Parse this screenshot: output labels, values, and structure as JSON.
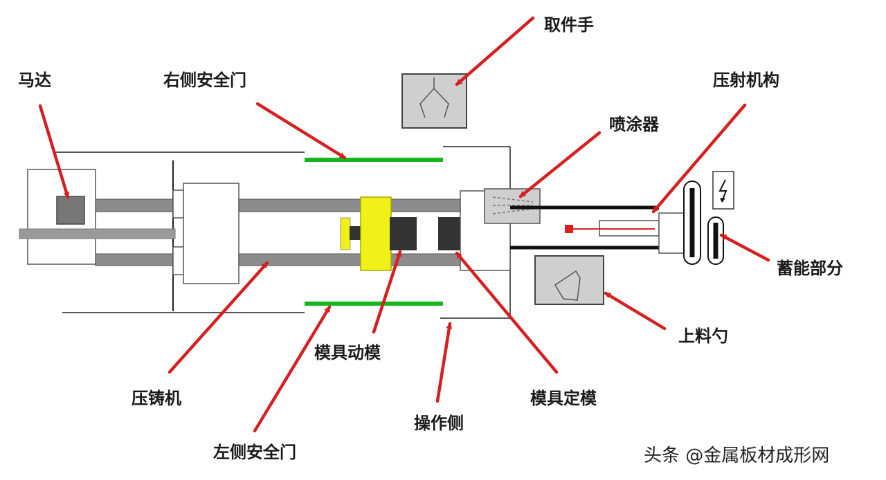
{
  "colors": {
    "arrow": "#d42020",
    "door_green": "#12b81b",
    "mold_yellow": "#f2f019",
    "rod_gray": "#8c8c8c",
    "box_fill": "#cfcfcf",
    "mold_dark": "#333333"
  },
  "labels": {
    "motor": "马达",
    "right_door": "右侧安全门",
    "robot": "取件手",
    "injection": "压射机构",
    "sprayer": "喷涂器",
    "accumulator": "蓄能部分",
    "ladle": "上料勺",
    "die_caster": "压铸机",
    "moving_mold": "模具动模",
    "fixed_mold": "模具定模",
    "operator_side": "操作侧",
    "left_door": "左侧安全门"
  },
  "watermark": "头条 @金属板材成形网"
}
